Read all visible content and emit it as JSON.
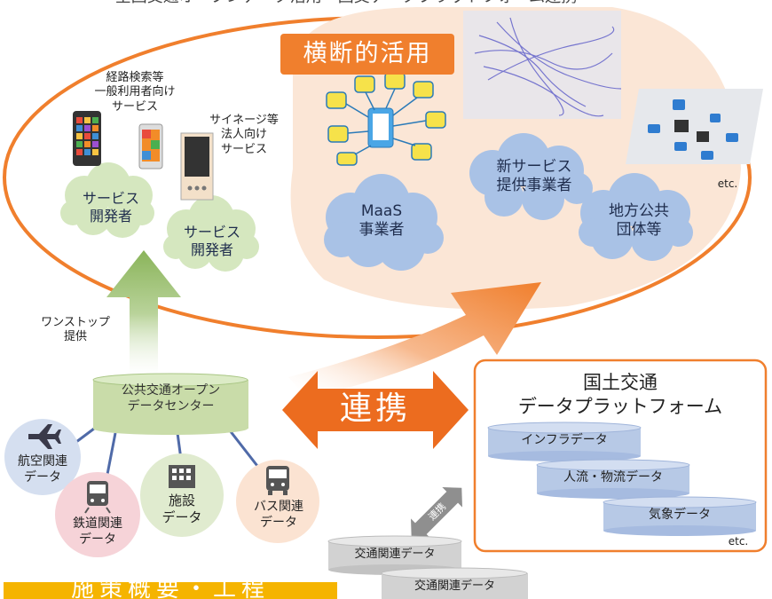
{
  "header_partial": "全国交通オープンデータ活用・国交データプラットフォーム連携",
  "footer_partial": "施策概要・工程",
  "oval": {
    "cross_use_label": "横断的活用",
    "etc_label": "etc."
  },
  "left_services": {
    "route_search_caption": "経路検索等\n一般利用者向け\nサービス",
    "signage_caption": "サイネージ等\n法人向け\nサービス",
    "developer_1": "サービス\n開発者",
    "developer_2": "サービス\n開発者"
  },
  "right_services": {
    "maas": "MaaS\n事業者",
    "new_service": "新サービス\n提供事業者",
    "local_gov": "地方公共\n団体等"
  },
  "arrows": {
    "one_stop": "ワンストップ\n提供",
    "renkei_big": "連携",
    "renkei_small": "連携"
  },
  "center": {
    "open_data_center": "公共交通オープン\nデータセンター"
  },
  "data_sources": {
    "aviation": "航空関連\nデータ",
    "railway": "鉄道関連\nデータ",
    "facility": "施設\nデータ",
    "bus": "バス関連\nデータ"
  },
  "mlit_platform": {
    "title": "国土交通\nデータプラットフォーム",
    "items": [
      "インフラデータ",
      "人流・物流データ",
      "気象データ"
    ],
    "etc_label": "etc."
  },
  "transport_data": [
    "交通関連データ",
    "交通関連データ"
  ],
  "colors": {
    "orange": "#f07f2d",
    "orange_fill": "#fbe6d6",
    "green": "#8ab45a",
    "green_fill": "#d8e6c4",
    "blue_cloud": "#a9c2e6",
    "blue_drum": "#b7c9e6",
    "yellow_banner": "#f5b400"
  }
}
